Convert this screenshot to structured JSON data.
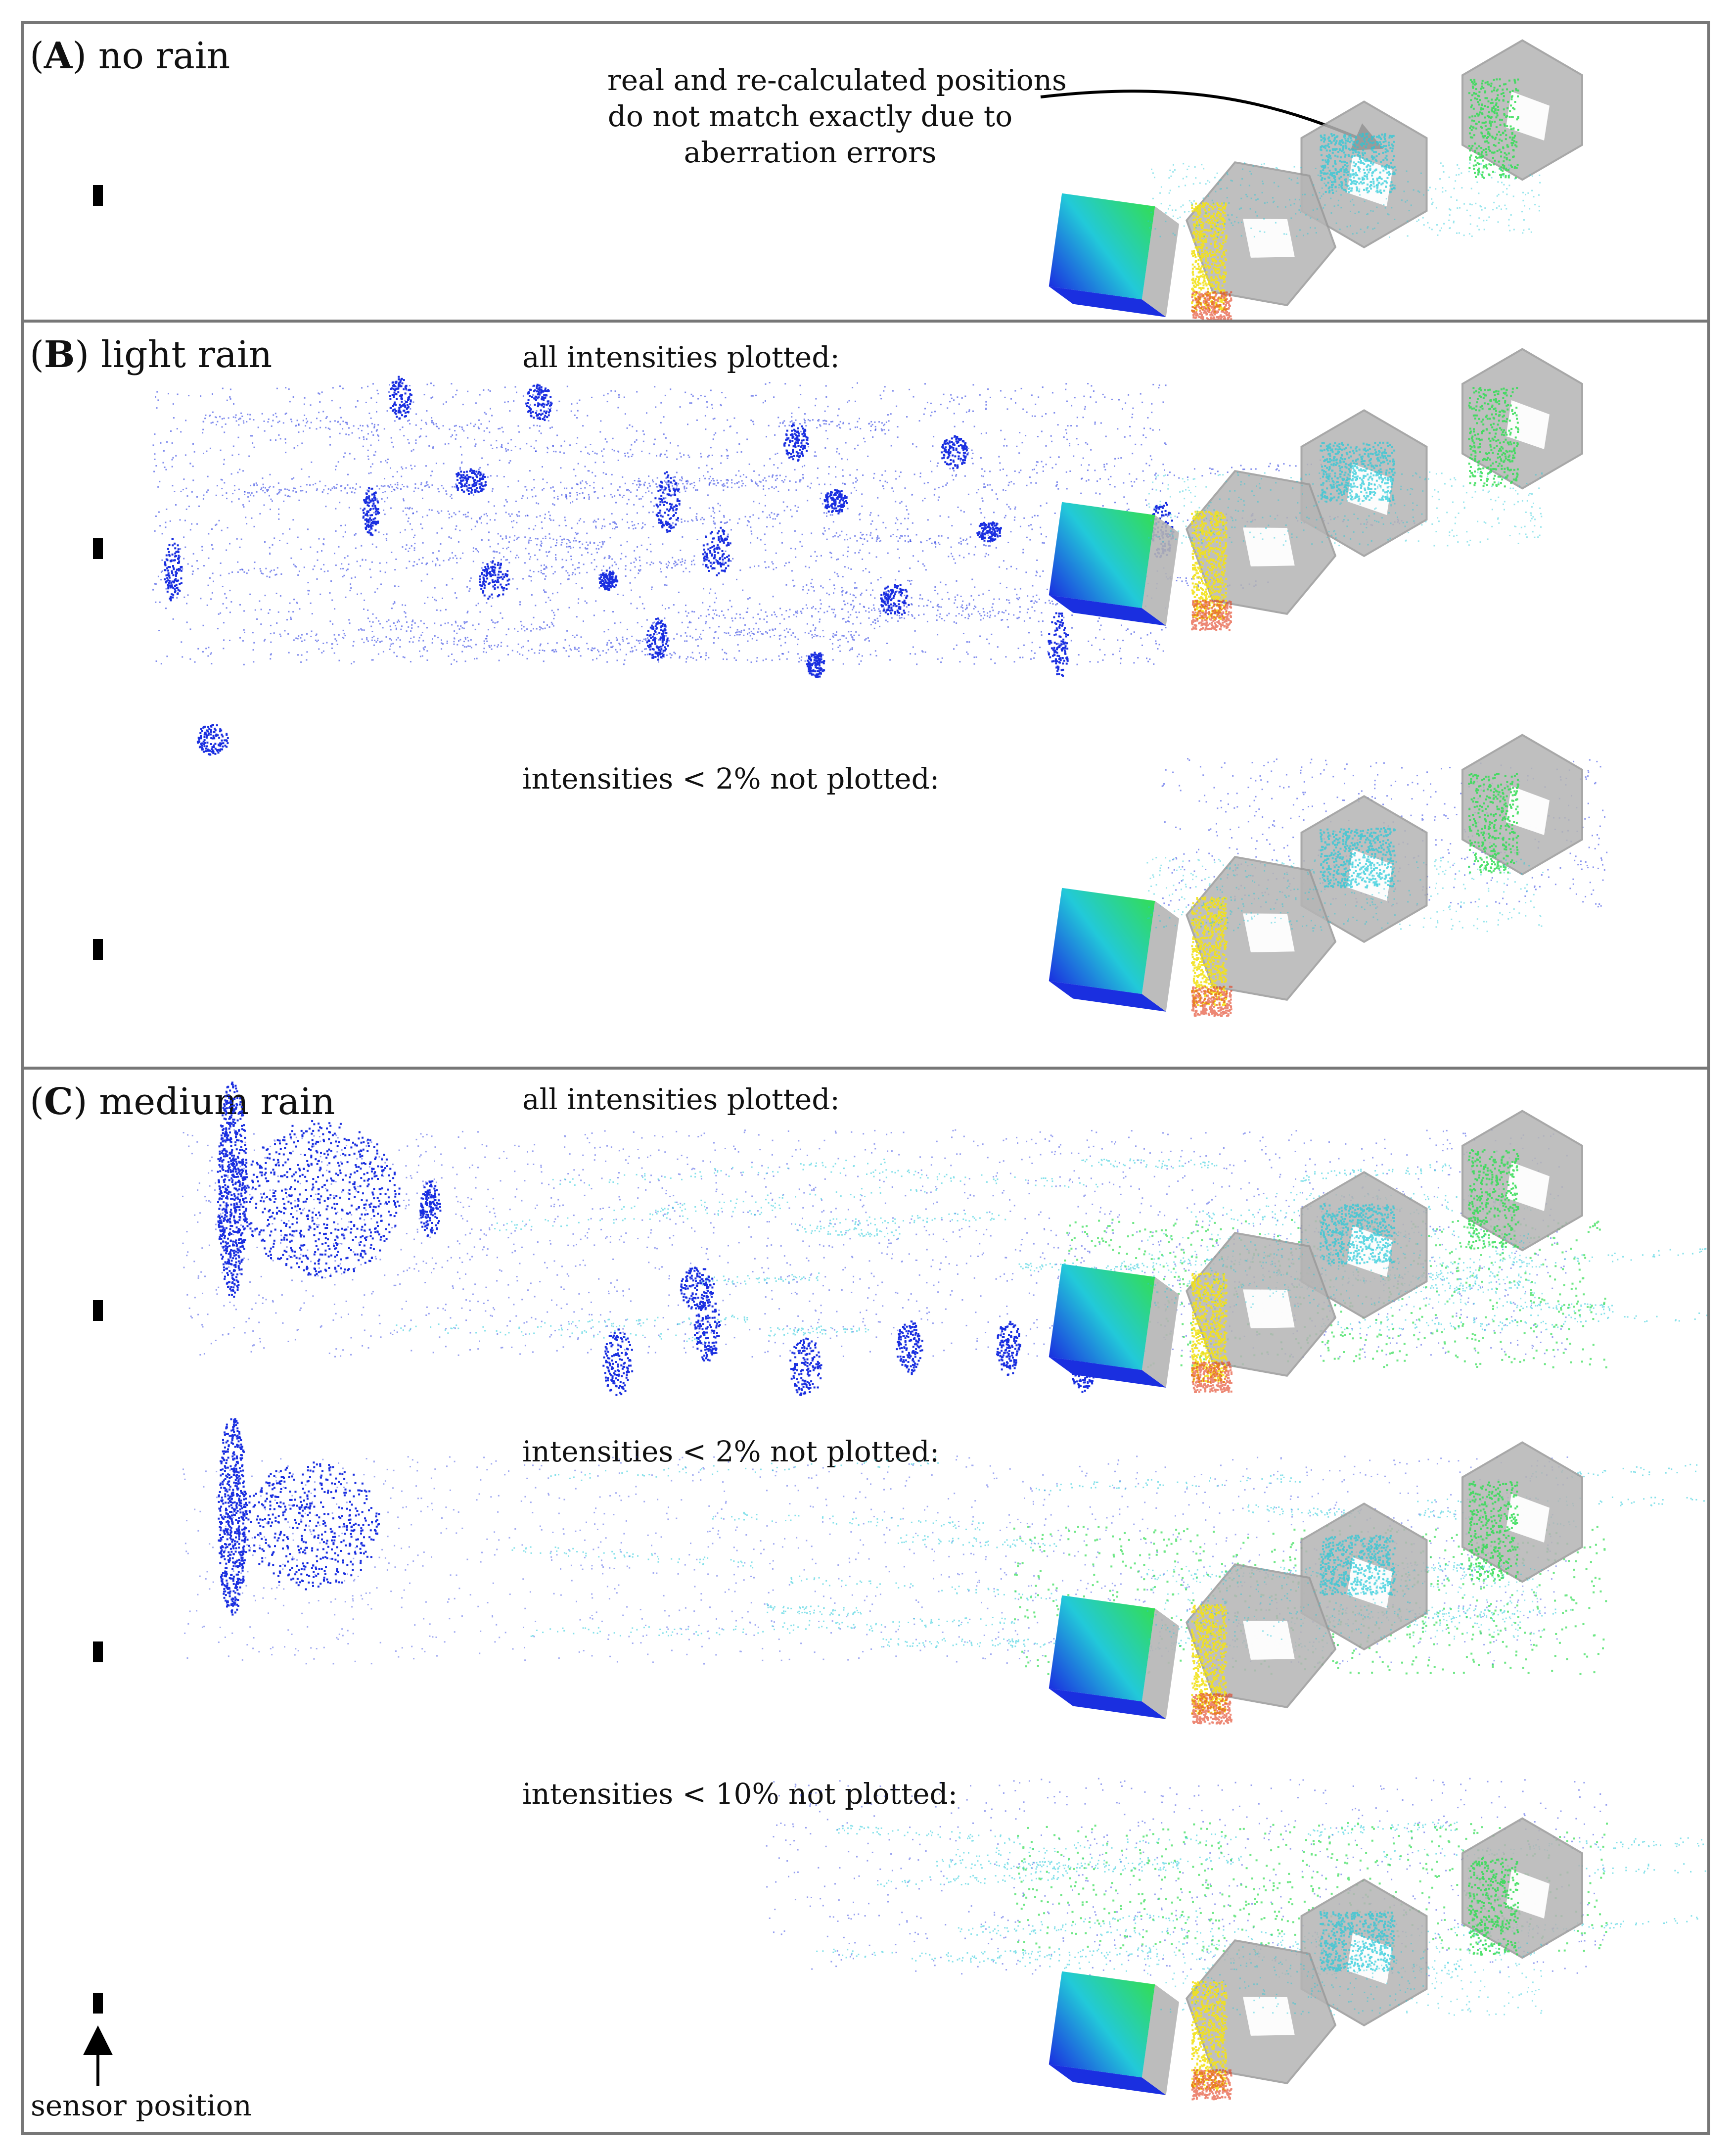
{
  "panels": {
    "a": {
      "letter": "A",
      "title": "no rain"
    },
    "b": {
      "letter": "B",
      "title": "light rain"
    },
    "c": {
      "letter": "C",
      "title": "medium rain"
    }
  },
  "sublabels": {
    "b_all": "all intensities plotted:",
    "b_lt2": "intensities < 2% not plotted:",
    "c_all": "all intensities plotted:",
    "c_lt2": "intensities < 2% not plotted:",
    "c_lt10": "intensities < 10% not plotted:"
  },
  "annotation": {
    "line1": "real and re-calculated positions",
    "line2": "do not match exactly due to",
    "line3": "aberration errors"
  },
  "sensor_caption": "sensor position",
  "colors": {
    "border": "#777777",
    "rain_points": "#1a2fe0",
    "target_gradient": [
      "#1a2fe0",
      "#22c9d9",
      "#33dd55",
      "#f2e21a",
      "#e23a1a"
    ],
    "box_gray": "#b5b5b5"
  },
  "icons": {
    "sensor": "sensor-marker-icon",
    "arrow": "arrow-icon"
  }
}
